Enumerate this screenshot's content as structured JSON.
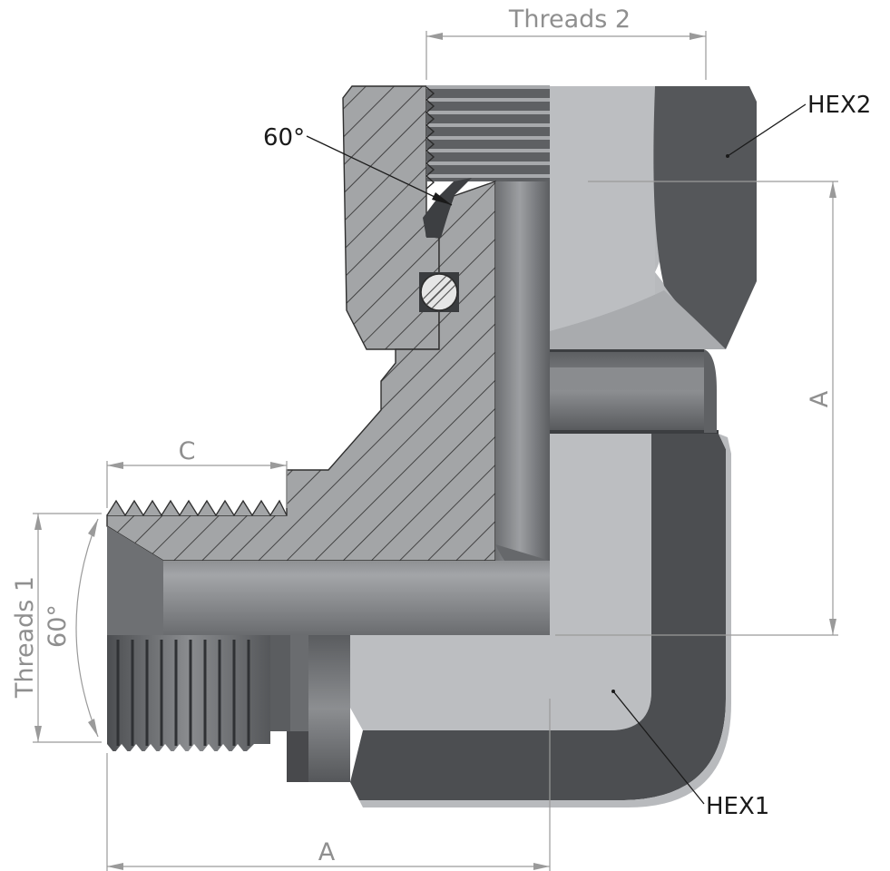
{
  "labels": {
    "threads2": "Threads 2",
    "threads1": "Threads 1",
    "hex1": "HEX1",
    "hex2": "HEX2",
    "angle_top": "60°",
    "angle_left": "60°",
    "dim_a_right": "A",
    "dim_a_bottom": "A",
    "dim_c": "C"
  },
  "colors": {
    "body_light": "#bdbfc2",
    "body_mid": "#77797c",
    "body_dark": "#4a4c4f",
    "section_fill": "#9fa1a3",
    "dimension": "#9a9a9a"
  }
}
